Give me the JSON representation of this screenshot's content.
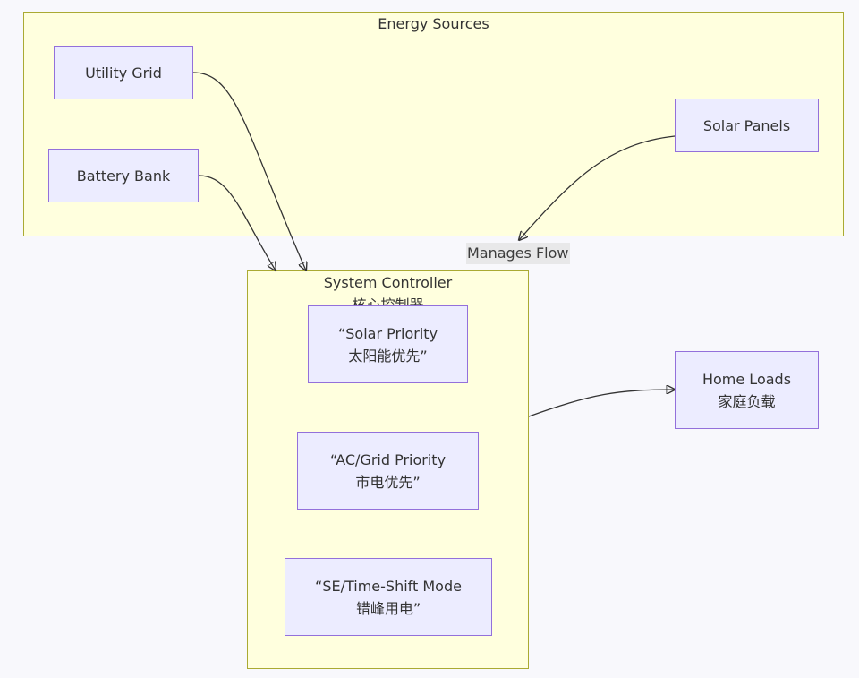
{
  "clusters": {
    "energy_sources": {
      "title": "Energy Sources"
    },
    "system_controller": {
      "title": "System Controller",
      "subtitle": "核心控制器"
    }
  },
  "nodes": {
    "utility_grid": {
      "line1": "Utility Grid"
    },
    "battery_bank": {
      "line1": "Battery Bank"
    },
    "solar_panels": {
      "line1": "Solar Panels"
    },
    "solar_priority": {
      "line1": "“Solar Priority",
      "line2": "太阳能优先”"
    },
    "ac_grid_priority": {
      "line1": "“AC/Grid Priority",
      "line2": "市电优先”"
    },
    "se_time_shift": {
      "line1": "“SE/Time-Shift Mode",
      "line2": "错峰用电”"
    },
    "home_loads": {
      "line1": "Home Loads",
      "line2": "家庭负载"
    }
  },
  "edges": {
    "solar_to_controller": {
      "label": "Manages Flow"
    }
  },
  "colors": {
    "background": "#f8f8fc",
    "cluster_fill": "#ffffde",
    "cluster_border": "#aaaa33",
    "node_fill": "#ececff",
    "node_border": "#9370db",
    "edge_stroke": "#333333",
    "edge_label_bg": "#e8e8e8"
  }
}
